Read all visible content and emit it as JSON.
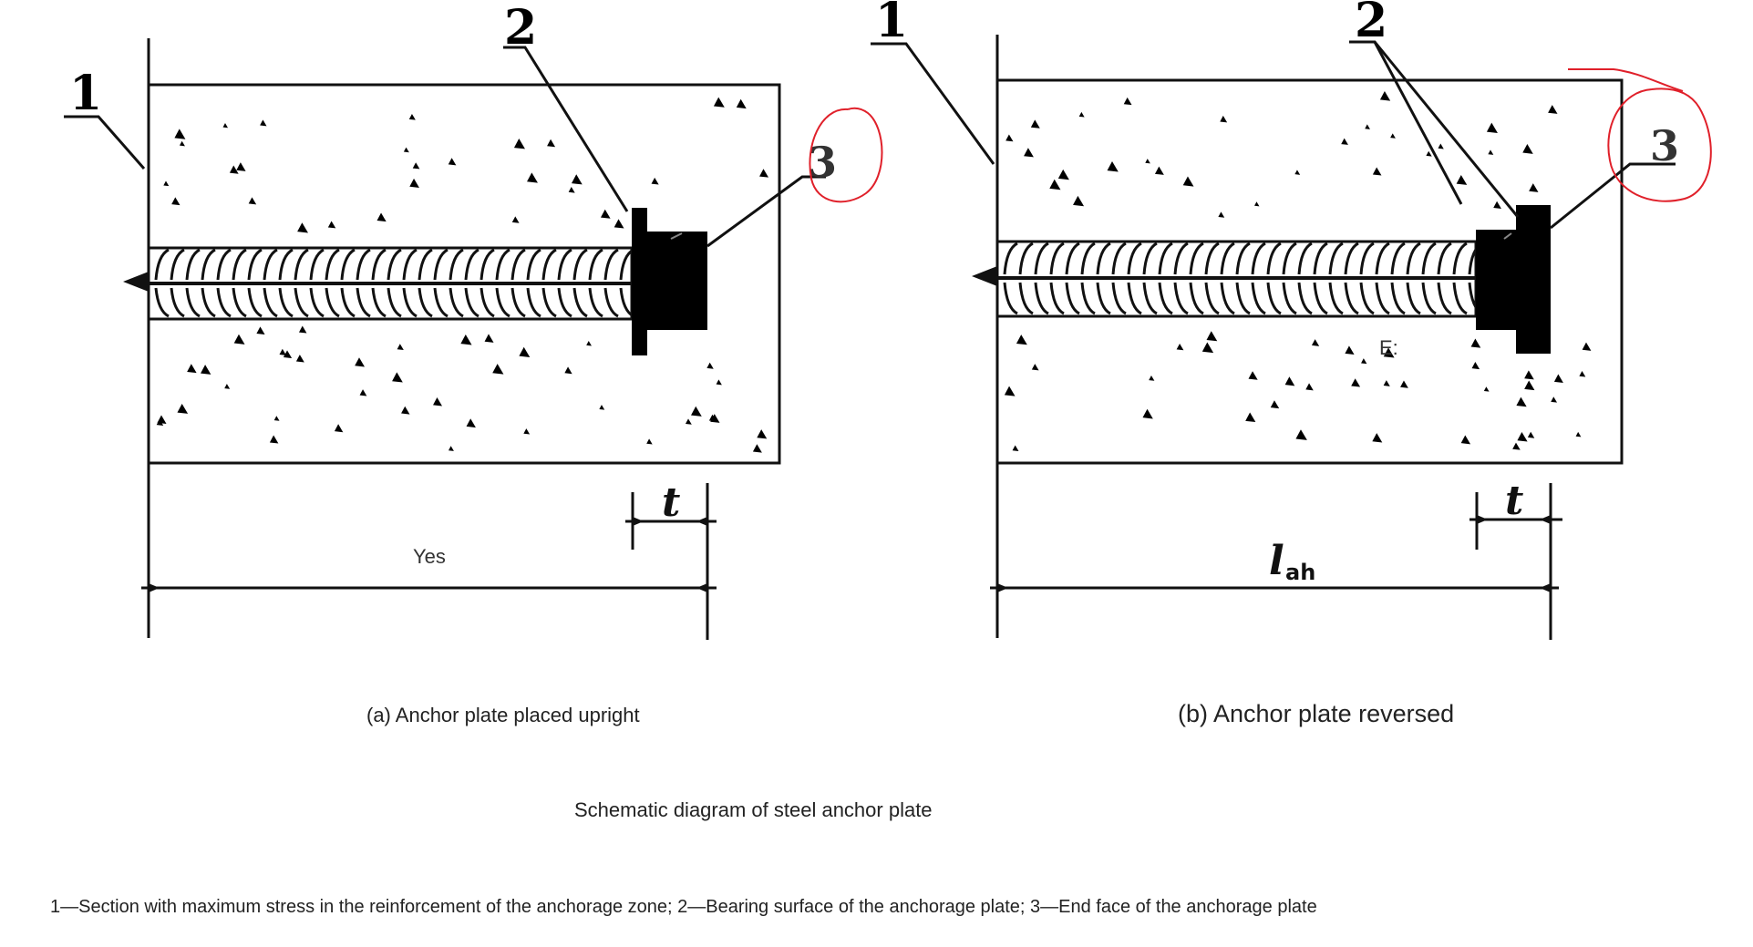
{
  "figure_title": "Schematic diagram of steel anchor plate",
  "legend_note": "1—Section with maximum stress in the reinforcement of the anchorage zone; 2—Bearing surface of the anchorage plate; 3—End face of the anchorage plate",
  "panels": [
    {
      "caption": "(a) Anchor plate placed upright",
      "callouts": [
        "1",
        "2",
        "3"
      ],
      "length_label": "Yes",
      "thickness_label": "t"
    },
    {
      "caption": "(b) Anchor plate reversed",
      "callouts": [
        "1",
        "2",
        "3"
      ],
      "length_label": "l",
      "length_subscript": "ah",
      "thickness_label": "t",
      "stray_mark": "E:"
    }
  ],
  "colors": {
    "line": "#111111",
    "plate": "#000000",
    "annotation": "#e0202a"
  }
}
